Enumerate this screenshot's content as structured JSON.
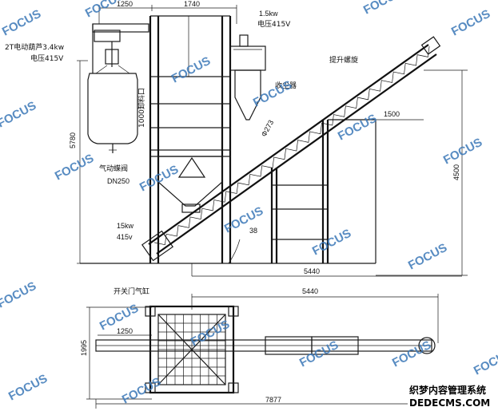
{
  "watermark": {
    "text": "FOCUS",
    "color": "#3c78b8",
    "accent": "#e0413a"
  },
  "labels": {
    "hoist": "2T电动葫芦3.4kw",
    "hoist_voltage": "电压415V",
    "collector_power": "1.5kw",
    "collector_voltage": "电压415V",
    "collector": "收尘器",
    "screw": "提升螺旋",
    "valve": "气动蝶阀",
    "valve_dn": "DN250",
    "motor_power": "15kw",
    "motor_voltage": "415v",
    "gate_cylinder": "开关门气缸",
    "bag_opening": "1000卸料口"
  },
  "dimensions": {
    "top_1250": "1250",
    "top_1740": "1740",
    "height_5780": "5780",
    "pipe_273": "Φ273",
    "angle_38": "38",
    "span_1500": "1500",
    "height_4500": "4500",
    "span_5440_upper": "5440",
    "span_5440_lower": "5440",
    "plan_1250": "1250",
    "plan_1995": "1995",
    "total_7877": "7877"
  },
  "footer": {
    "line1": "织梦内容管理系统",
    "line2": "DEDECMS.COM"
  }
}
